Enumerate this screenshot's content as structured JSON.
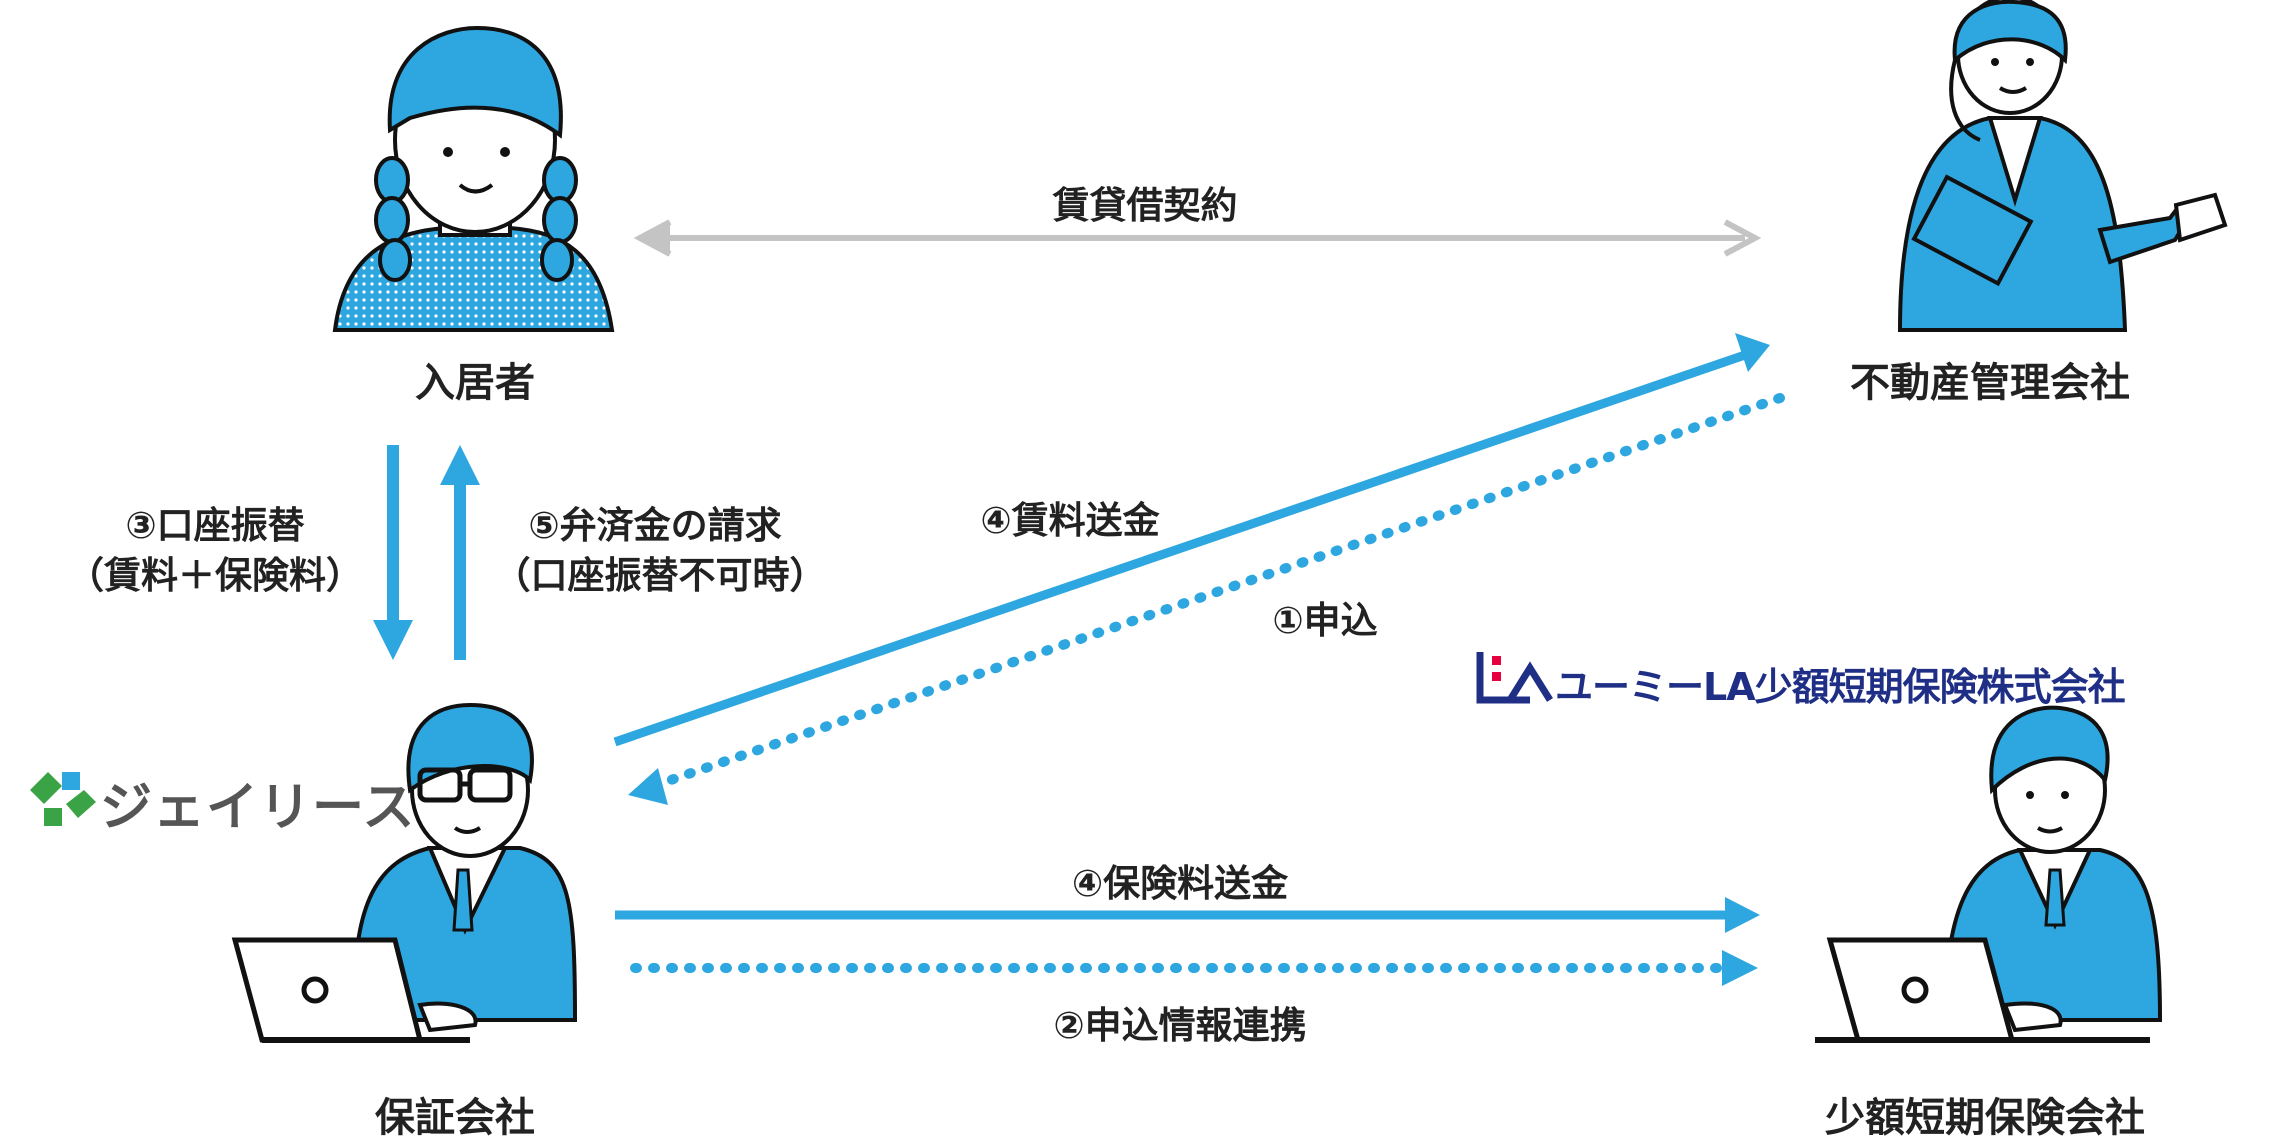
{
  "nodes": {
    "resident": "入居者",
    "property_manager": "不動産管理会社",
    "guarantor": "保証会社",
    "insurer": "少額短期保険会社"
  },
  "flows": {
    "lease_contract": "賃貸借契約",
    "account_transfer": "③口座振替",
    "account_transfer_detail": "（賃料＋保険料）",
    "repayment_request": "⑤弁済金の請求",
    "repayment_request_detail": "（口座振替不可時）",
    "rent_remittance": "④賃料送金",
    "application": "①申込",
    "premium_remittance": "④保険料送金",
    "application_info": "②申込情報連携"
  },
  "logos": {
    "guarantor_logo": "ジェイリース",
    "insurer_logo": "ユーミーLA少額短期保険株式会社"
  },
  "colors": {
    "accent_blue": "#2ea7e0",
    "gray_arrow": "#c4c4c4",
    "navy": "#1f2f86",
    "green": "#3aa346"
  }
}
